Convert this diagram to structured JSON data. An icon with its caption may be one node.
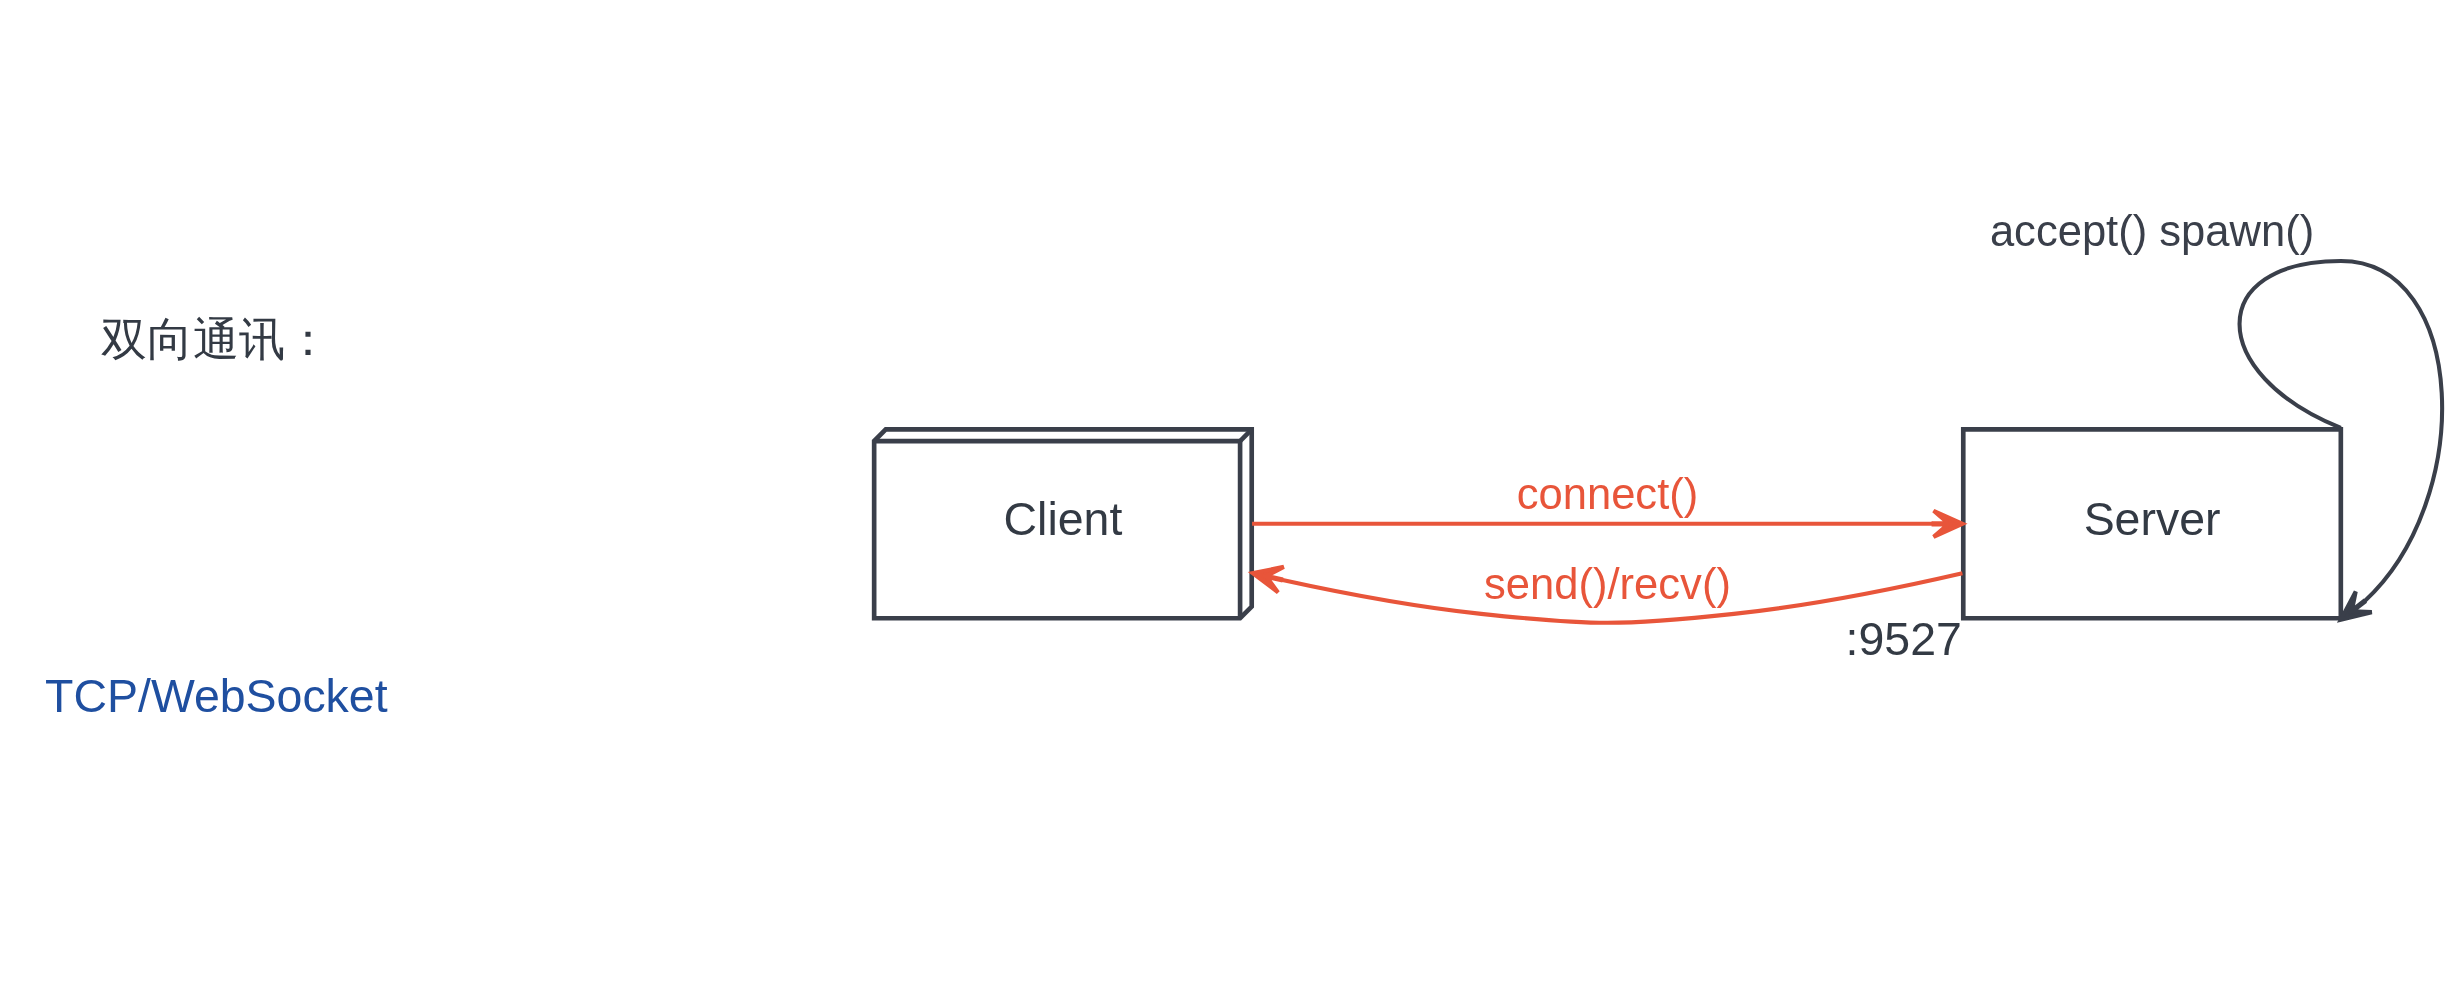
{
  "diagram": {
    "nodes": [
      {
        "text": [
          "Client"
        ]
      },
      {
        "text": [
          "Server"
        ],
        "beside": [
          ":9527"
        ]
      }
    ],
    "edges": [
      {
        "from": 0,
        "to": 1,
        "arrow": "to",
        "label": "connect()",
        "color": "#e8553a"
      },
      {
        "from": 1,
        "to": 0,
        "arrow": "to",
        "label": "send()/recv()",
        "color": "#e8553a"
      },
      {
        "from": 1,
        "to": 1,
        "arrow": "to",
        "label": "accept() spawn()",
        "color": "#3a3f4a"
      }
    ],
    "labels": [
      "双向通讯：",
      "TCP/WebSocket"
    ]
  }
}
